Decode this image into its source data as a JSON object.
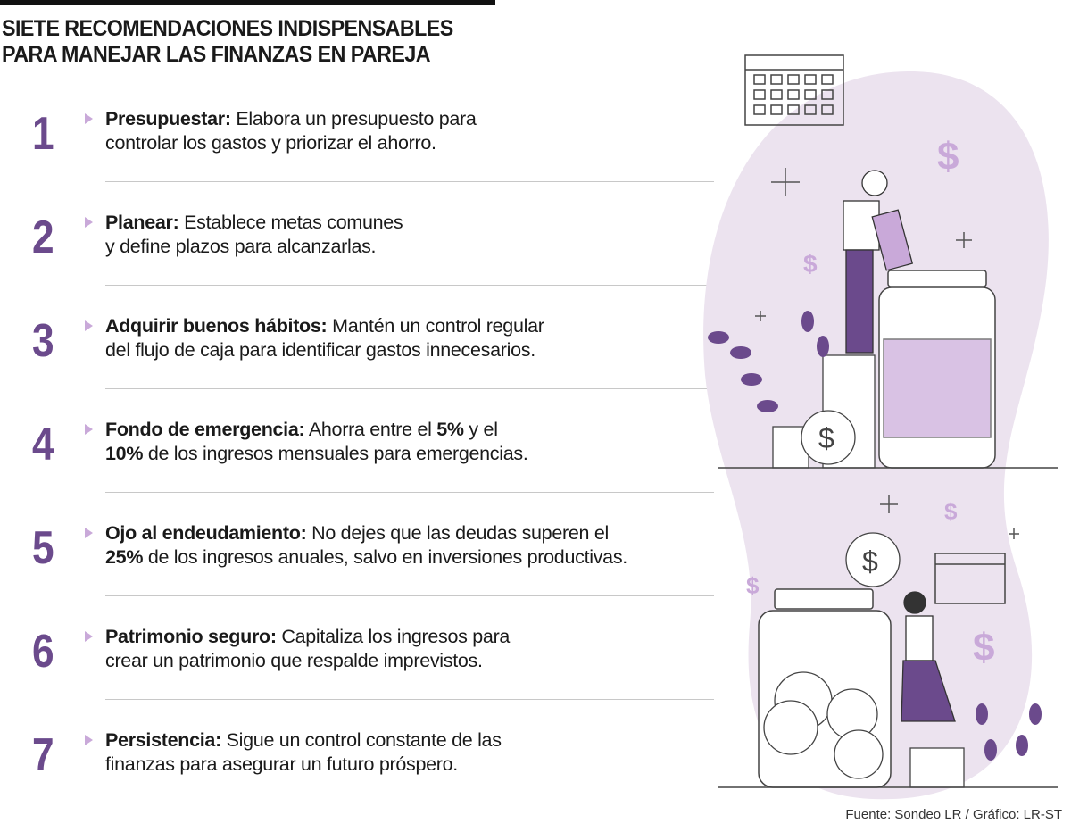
{
  "title": {
    "line1": "SIETE RECOMENDACIONES INDISPENSABLES",
    "line2": "PARA MANEJAR LAS FINANZAS EN PAREJA"
  },
  "items": [
    {
      "number": "1",
      "lines": [
        [
          {
            "t": "Presupuestar:",
            "b": true
          },
          {
            "t": " Elabora un presupuesto para",
            "b": false
          }
        ],
        [
          {
            "t": "controlar los gastos y priorizar el ahorro.",
            "b": false
          }
        ]
      ]
    },
    {
      "number": "2",
      "lines": [
        [
          {
            "t": "Planear:",
            "b": true
          },
          {
            "t": " Establece metas comunes",
            "b": false
          }
        ],
        [
          {
            "t": "y define plazos para alcanzarlas.",
            "b": false
          }
        ]
      ]
    },
    {
      "number": "3",
      "lines": [
        [
          {
            "t": "Adquirir buenos hábitos:",
            "b": true
          },
          {
            "t": " Mantén un control regular",
            "b": false
          }
        ],
        [
          {
            "t": "del flujo de caja para identificar gastos innecesarios.",
            "b": false
          }
        ]
      ]
    },
    {
      "number": "4",
      "lines": [
        [
          {
            "t": "Fondo de emergencia:",
            "b": true
          },
          {
            "t": " Ahorra entre el ",
            "b": false
          },
          {
            "t": "5%",
            "b": true
          },
          {
            "t": " y el",
            "b": false
          }
        ],
        [
          {
            "t": "10%",
            "b": true
          },
          {
            "t": " de los ingresos mensuales para emergencias.",
            "b": false
          }
        ]
      ]
    },
    {
      "number": "5",
      "lines": [
        [
          {
            "t": "Ojo al endeudamiento:",
            "b": true
          },
          {
            "t": " No dejes que las deudas superen el",
            "b": false
          }
        ],
        [
          {
            "t": "25%",
            "b": true
          },
          {
            "t": " de los ingresos anuales, salvo en inversiones productivas.",
            "b": false
          }
        ]
      ]
    },
    {
      "number": "6",
      "lines": [
        [
          {
            "t": "Patrimonio seguro:",
            "b": true
          },
          {
            "t": " Capitaliza los ingresos para",
            "b": false
          }
        ],
        [
          {
            "t": "crear un patrimonio que respalde imprevistos.",
            "b": false
          }
        ]
      ]
    },
    {
      "number": "7",
      "lines": [
        [
          {
            "t": "Persistencia:",
            "b": true
          },
          {
            "t": " Sigue un control constante de las",
            "b": false
          }
        ],
        [
          {
            "t": "finanzas para asegurar un futuro próspero.",
            "b": false
          }
        ]
      ]
    }
  ],
  "source": "Fuente: Sondeo LR / Gráfico: LR-ST",
  "colors": {
    "accent": "#6b4a8c",
    "arrow": "#c9a9d9",
    "blob": "#ece3ef",
    "plant": "#6b4a8c"
  }
}
